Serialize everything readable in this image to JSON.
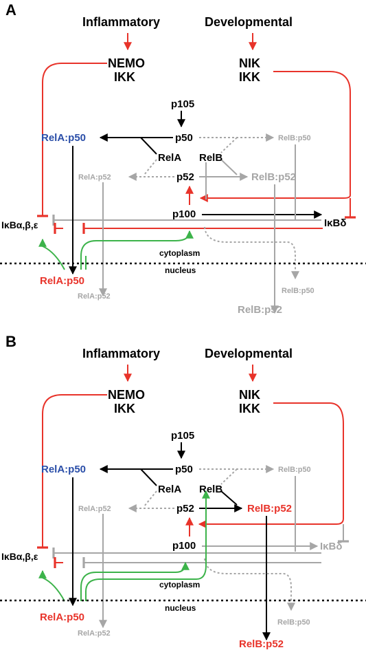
{
  "colors": {
    "black": "#000000",
    "red": "#e8332a",
    "gray": "#a6a6a6",
    "green": "#3cb34a",
    "blue": "#2a4ea8"
  },
  "panelA": {
    "panel_label": "A",
    "inflammatory": "Inflammatory",
    "developmental": "Developmental",
    "nemo": "NEMO",
    "ikk1": "IKK",
    "nik": "NIK",
    "ikk2": "IKK",
    "p105": "p105",
    "p50": "p50",
    "p52": "p52",
    "p100": "p100",
    "rela_label": "RelA",
    "relb_label": "RelB",
    "relap50_cyto": "RelA:p50",
    "relap52_cyto": "RelA:p52",
    "relbp50_cyto": "RelB:p50",
    "relbp52_cyto": "RelB:p52",
    "ikba": "IκBα,β,ε",
    "ikbd": "IκBδ",
    "cytoplasm": "cytoplasm",
    "nucleus": "nucleus",
    "relap50_nuc": "RelA:p50",
    "relap52_nuc": "RelA:p52",
    "relbp50_nuc": "RelB:p50",
    "relbp52_nuc": "RelB:p52"
  },
  "panelB": {
    "panel_label": "B",
    "inflammatory": "Inflammatory",
    "developmental": "Developmental",
    "nemo": "NEMO",
    "ikk1": "IKK",
    "nik": "NIK",
    "ikk2": "IKK",
    "p105": "p105",
    "p50": "p50",
    "p52": "p52",
    "p100": "p100",
    "rela_label": "RelA",
    "relb_label": "RelB",
    "relap50_cyto": "RelA:p50",
    "relap52_cyto": "RelA:p52",
    "relbp50_cyto": "RelB:p50",
    "relbp52_cyto": "RelB:p52",
    "ikba": "IκBα,β,ε",
    "ikbd": "IκBδ",
    "cytoplasm": "cytoplasm",
    "nucleus": "nucleus",
    "relap50_nuc": "RelA:p50",
    "relap52_nuc": "RelA:p52",
    "relbp50_nuc": "RelB:p50",
    "relbp52_nuc": "RelB:p52"
  }
}
